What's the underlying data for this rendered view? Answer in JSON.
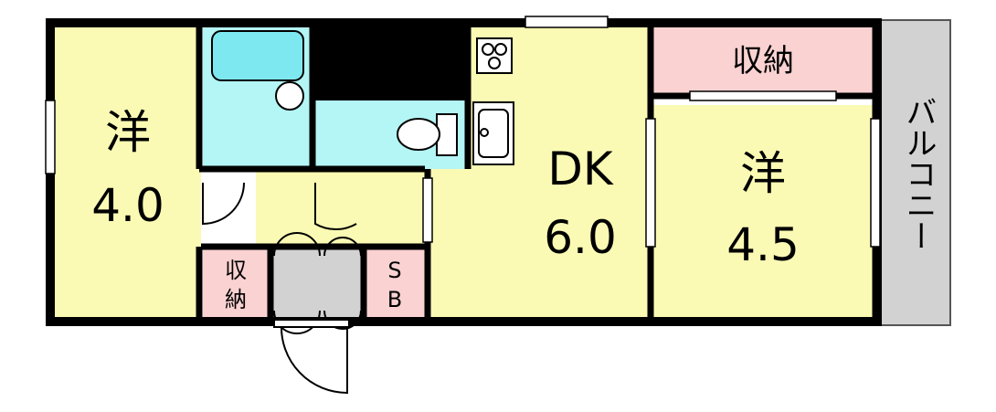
{
  "plan": {
    "rooms": {
      "west_room": {
        "type": "洋",
        "size": "4.0"
      },
      "dk": {
        "type": "DK",
        "size": "6.0"
      },
      "east_room": {
        "type": "洋",
        "size": "4.5"
      }
    },
    "storage_top": "収納",
    "storage_small": [
      "収",
      "納"
    ],
    "sb": [
      "S",
      "B"
    ],
    "balcony": "バルコニー"
  },
  "colors": {
    "wall": "#000000",
    "room_yellow": "#fafab4",
    "wet_cyan": "#b4f5f5",
    "storage_pink": "#fad2d2",
    "gray": "#d2d2d2"
  }
}
